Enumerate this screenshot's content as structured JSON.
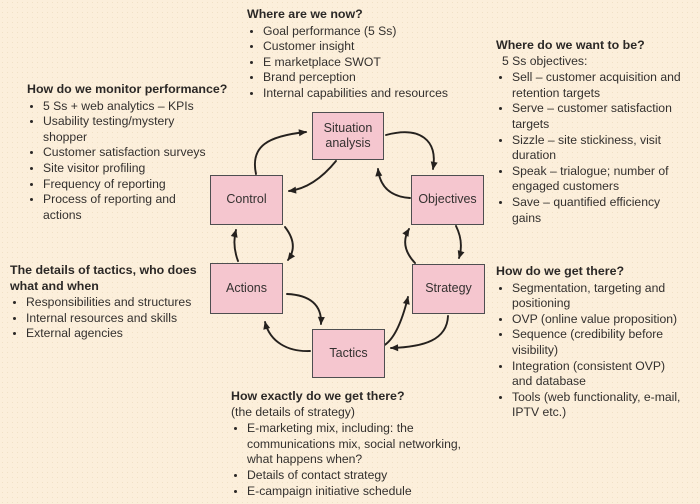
{
  "figure": {
    "background_color": "#fcefdb",
    "node_fill": "#f5c6cf",
    "node_border": "#4e4e50",
    "arrow_color": "#25211e",
    "text_color": "#33302e"
  },
  "nodes": {
    "situation": "Situation analysis",
    "objectives": "Objectives",
    "strategy": "Strategy",
    "tactics": "Tactics",
    "actions": "Actions",
    "control": "Control"
  },
  "annotations": {
    "now": {
      "title": "Where are we now?",
      "items": [
        "Goal performance (5 Ss)",
        "Customer insight",
        "E marketplace SWOT",
        "Brand perception",
        "Internal capabilities and resources"
      ]
    },
    "want": {
      "title": "Where do we want to be?",
      "subtitle": "5 Ss objectives:",
      "items": [
        "Sell – customer acquisition and\nretention targets",
        "Serve – customer satisfaction\ntargets",
        "Sizzle – site stickiness, visit\nduration",
        "Speak – trialogue; number of\nengaged customers",
        "Save – quantified efficiency\ngains"
      ]
    },
    "monitor": {
      "title": "How do we monitor performance?",
      "items": [
        "5 Ss + web analytics – KPIs",
        "Usability testing/mystery\nshopper",
        "Customer satisfaction surveys",
        "Site visitor profiling",
        "Frequency of reporting",
        "Process of reporting and\nactions"
      ]
    },
    "get_there": {
      "title": "How do we get there?",
      "items": [
        "Segmentation, targeting and\npositioning",
        "OVP (online value proposition)",
        "Sequence (credibility before\nvisibility)",
        "Integration (consistent OVP)\nand database",
        "Tools (web functionality, e-mail,\nIPTV etc.)"
      ]
    },
    "tactics_details": {
      "title": "The details of tactics, who does\nwhat and when",
      "items": [
        "Responsibilities and structures",
        "Internal resources and skills",
        "External agencies"
      ]
    },
    "exactly": {
      "title": "How exactly do we get there?",
      "subtitle": "(the details of strategy)",
      "items": [
        "E-marketing mix, including: the\ncommunications mix, social networking,\nwhat happens when?",
        "Details of contact strategy",
        "E-campaign initiative schedule"
      ]
    }
  }
}
